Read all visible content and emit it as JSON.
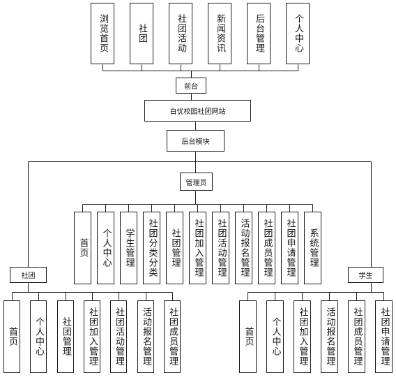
{
  "front_pages": [
    "浏览首页",
    "社团",
    "社团活动",
    "新闻资讯",
    "后台管理",
    "个人中心"
  ],
  "front_label": "前台",
  "site_title": "白优校园社团网站",
  "backend_label": "后台模块",
  "admin_label": "管理员",
  "admin_pages": [
    "首页",
    "个人中心",
    "学生管理",
    "社团分类分类",
    "社团管理",
    "社团加入管理",
    "社团活动管理",
    "活动报名管理",
    "社团成员管理",
    "社团申请管理",
    "系统管理"
  ],
  "club_label": "社团",
  "club_pages": [
    "首页",
    "个人中心",
    "社团管理",
    "社团加入管理",
    "社团活动管理",
    "活动报名管理",
    "社团成员管理"
  ],
  "student_label": "学生",
  "student_pages": [
    "首页",
    "个人中心",
    "社团加入管理",
    "活动报名管理",
    "社团成员管理",
    "社团申请管理"
  ]
}
